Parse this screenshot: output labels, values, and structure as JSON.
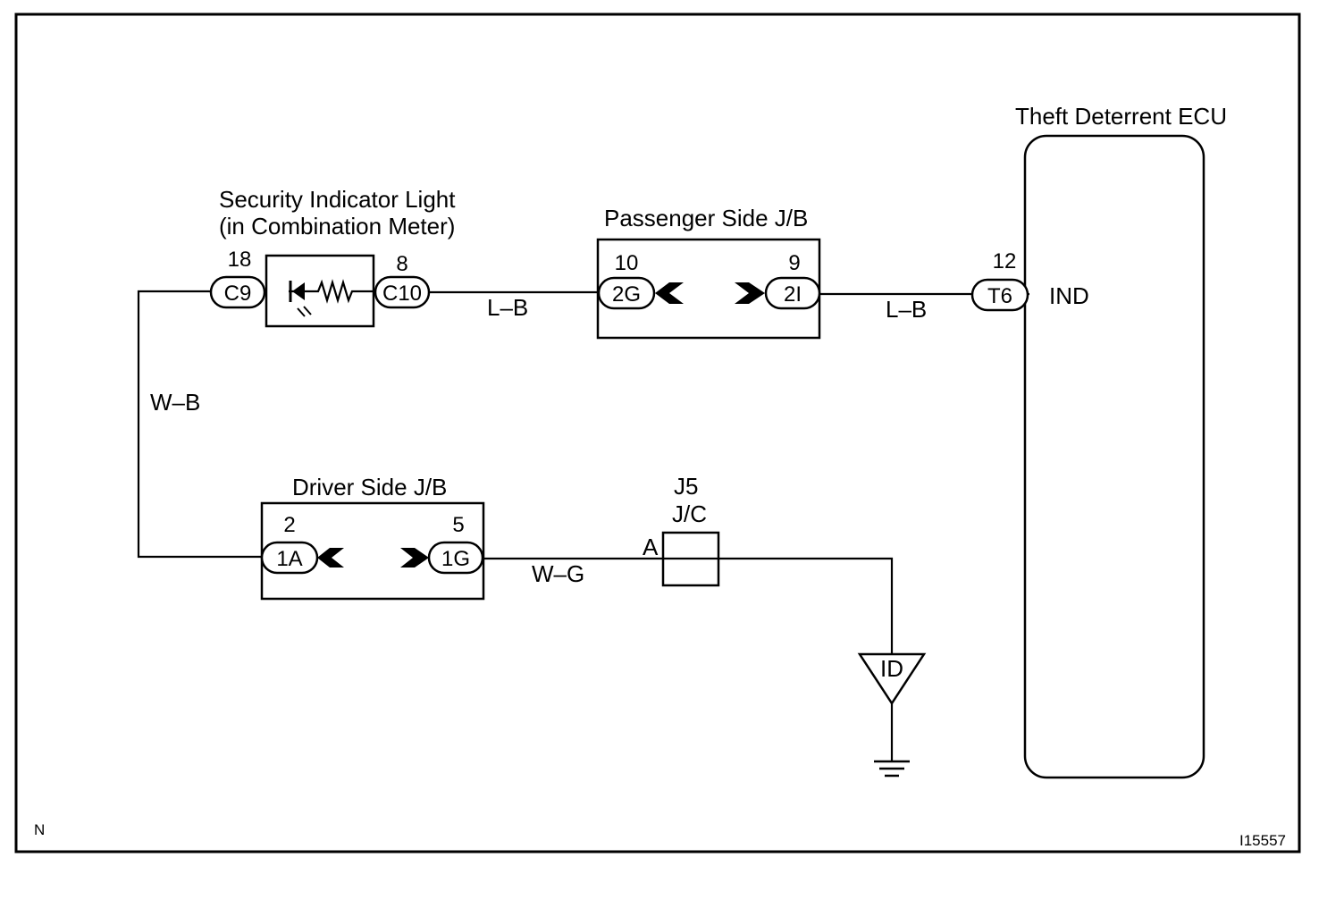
{
  "labels": {
    "ecu_title": "Theft Deterrent ECU",
    "ecu_terminal": "IND",
    "light_title_1": "Security Indicator Light",
    "light_title_2": "(in Combination Meter)",
    "passenger_jb_title": "Passenger Side J/B",
    "driver_jb_title": "Driver Side J/B",
    "jc_title_1": "J5",
    "jc_title_2": "J/C",
    "jc_pin": "A",
    "ground_ref": "ID",
    "corner_left": "N",
    "figure_id": "I15557"
  },
  "wires": {
    "light_to_pjb": "L–B",
    "pjb_to_ecu": "L–B",
    "left_vertical": "W–B",
    "djb_to_jc": "W–G"
  },
  "connectors": {
    "c9": {
      "name": "C9",
      "pin": "18"
    },
    "c10": {
      "name": "C10",
      "pin": "8"
    },
    "pjb_in": {
      "name": "2G",
      "pin": "10"
    },
    "pjb_out": {
      "name": "2I",
      "pin": "9"
    },
    "t6": {
      "name": "T6",
      "pin": "12"
    },
    "djb_in": {
      "name": "1A",
      "pin": "2"
    },
    "djb_out": {
      "name": "1G",
      "pin": "5"
    }
  }
}
